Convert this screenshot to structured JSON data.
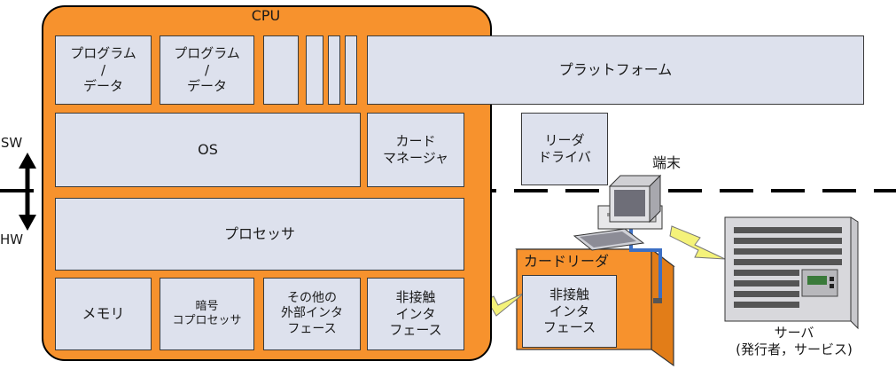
{
  "cpu": {
    "title": "CPU",
    "program_data_1": "プログラム\n/\nデータ",
    "program_data_2": "プログラム\n/\nデータ",
    "os": "OS",
    "card_manager": "カード\nマネージャ",
    "processor": "プロセッサ",
    "memory": "メモリ",
    "crypto": "暗号\nコプロセッサ",
    "other_if": "その他の\n外部インタ\nフェース",
    "contactless_if": "非接触\nインタ\nフェース"
  },
  "platform": "プラットフォーム",
  "reader_driver": "リーダ\nドライバ",
  "terminal": "端末",
  "card_reader": {
    "title": "カードリーダ",
    "contactless_if": "非接触\nインタ\nフェース"
  },
  "server": "サーバ\n(発行者，サービス)",
  "sw_label": "SW",
  "hw_label": "HW",
  "colors": {
    "cpu_fill": "#f7922d",
    "box_fill": "#dde1ed",
    "bolt": "#f4f27a",
    "cable": "#3c6fc4"
  }
}
